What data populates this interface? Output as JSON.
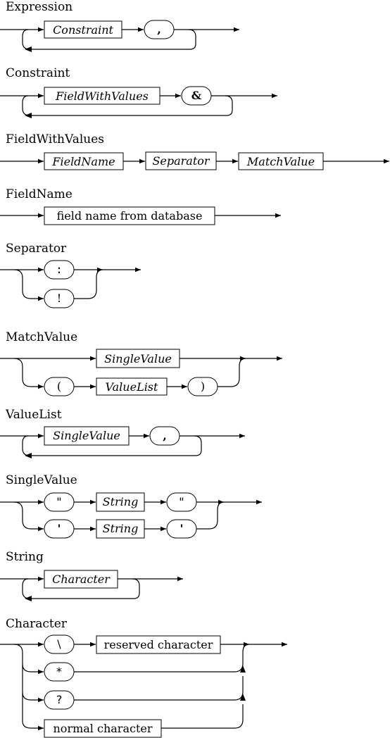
{
  "rules": {
    "expression": {
      "title": "Expression",
      "constraint": "Constraint",
      "comma": ","
    },
    "constraint": {
      "title": "Constraint",
      "field_with_values": "FieldWithValues",
      "amp": "&"
    },
    "field_with_values": {
      "title": "FieldWithValues",
      "field_name": "FieldName",
      "separator": "Separator",
      "match_value": "MatchValue"
    },
    "field_name": {
      "title": "FieldName",
      "db_field": "field name from database"
    },
    "separator": {
      "title": "Separator",
      "colon": ":",
      "bang": "!"
    },
    "match_value": {
      "title": "MatchValue",
      "single_value": "SingleValue",
      "lparen": "(",
      "value_list": "ValueList",
      "rparen": ")"
    },
    "value_list": {
      "title": "ValueList",
      "single_value": "SingleValue",
      "comma": ","
    },
    "single_value": {
      "title": "SingleValue",
      "dquote_open": "\"",
      "string_a": "String",
      "dquote_close": "\"",
      "squote_open": "'",
      "string_b": "String",
      "squote_close": "'"
    },
    "string": {
      "title": "String",
      "character": "Character"
    },
    "character": {
      "title": "Character",
      "backslash": "\\",
      "reserved": "reserved character",
      "star": "*",
      "question": "?",
      "normal": "normal character"
    }
  }
}
